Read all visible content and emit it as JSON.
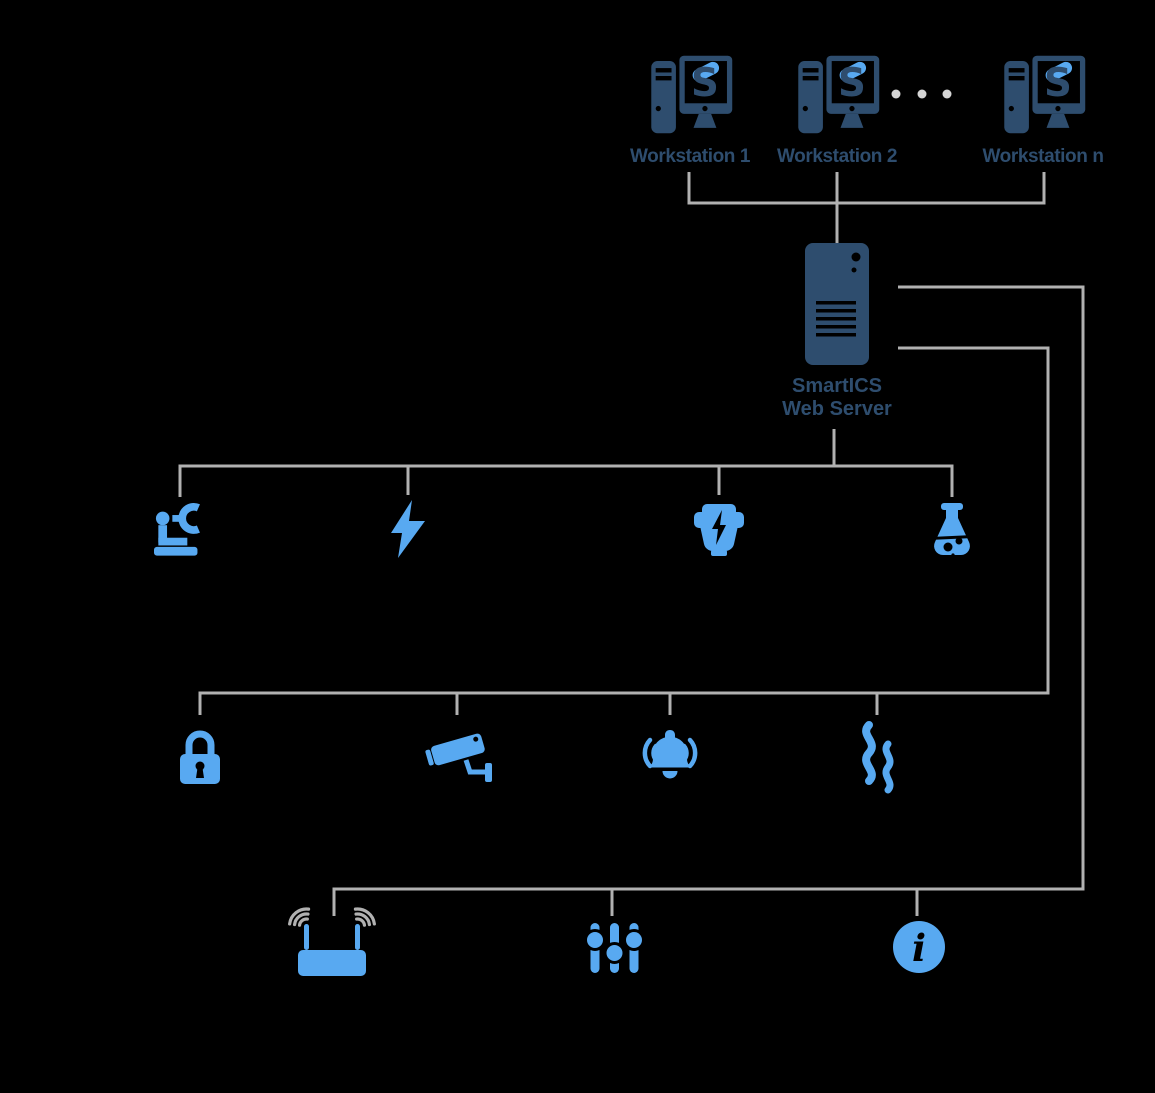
{
  "colors": {
    "navy": "#2e4d6e",
    "blue": "#58a9f1",
    "line": "#b1b1b1",
    "dot": "#d5d5d5"
  },
  "workstations": {
    "items": [
      {
        "label": "Workstation 1"
      },
      {
        "label": "Workstation 2"
      },
      {
        "label": "Workstation n"
      }
    ],
    "ellipsis": "• • •"
  },
  "server": {
    "label_line1": "SmartICS",
    "label_line2": "Web Server"
  },
  "tiers": {
    "tier1": {
      "icons": [
        "robot-arm",
        "lightning-bolt",
        "generator",
        "chemical-flask"
      ]
    },
    "tier2": {
      "icons": [
        "padlock",
        "cctv-camera",
        "alarm-bell",
        "steam"
      ]
    },
    "tier3": {
      "icons": [
        "wifi-router",
        "level-sliders",
        "info"
      ]
    }
  }
}
